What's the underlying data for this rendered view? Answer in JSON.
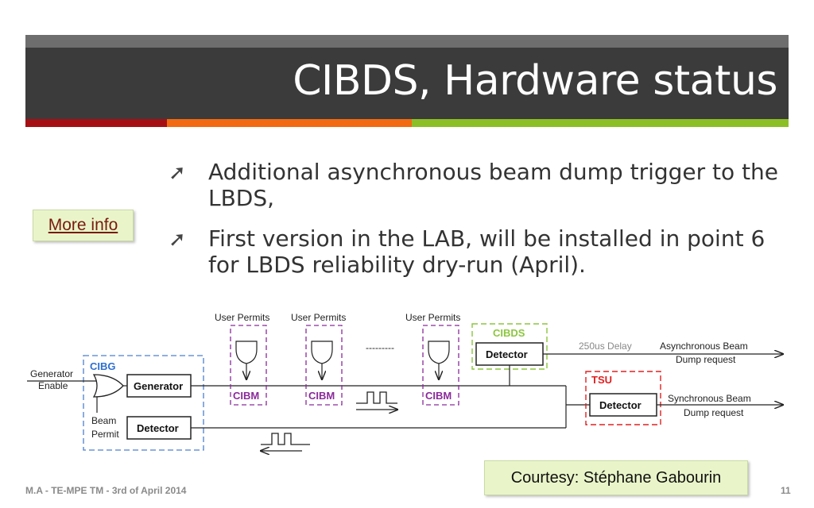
{
  "slide": {
    "title": "CIBDS, Hardware status",
    "footer": "M.A - TE-MPE TM - 3rd of April 2014",
    "page_number": "11",
    "colors": {
      "header": "#3b3b3b",
      "stripe_red": "#a50f14",
      "stripe_orange": "#f26a12",
      "stripe_green": "#8cbf26"
    }
  },
  "bullets": [
    {
      "text": "Additional asynchronous beam dump trigger to the LBDS,"
    },
    {
      "text": "First version in the LAB, will be installed in point 6 for LBDS reliability dry-run (April)."
    }
  ],
  "more_info_link": "More info",
  "courtesy": "Courtesy: Stéphane Gabourin",
  "diagram": {
    "generator_enable": [
      "Generator",
      "Enable"
    ],
    "cibg_label": "CIBG",
    "generator_box": "Generator",
    "beam_permit": [
      "Beam",
      "Permit"
    ],
    "detector_cibg": "Detector",
    "user_permits": [
      "User Permits",
      "User Permits",
      "User Permits"
    ],
    "cibm_labels": [
      "CIBM",
      "CIBM",
      "CIBM"
    ],
    "dashes": "---------",
    "cibds_label": "CIBDS",
    "cibds_detector": "Detector",
    "delay_label": "250us Delay",
    "async_request": [
      "Asynchronous Beam",
      "Dump request"
    ],
    "tsu_label": "TSU",
    "tsu_detector": "Detector",
    "sync_request": [
      "Synchronous Beam",
      "Dump request"
    ]
  }
}
